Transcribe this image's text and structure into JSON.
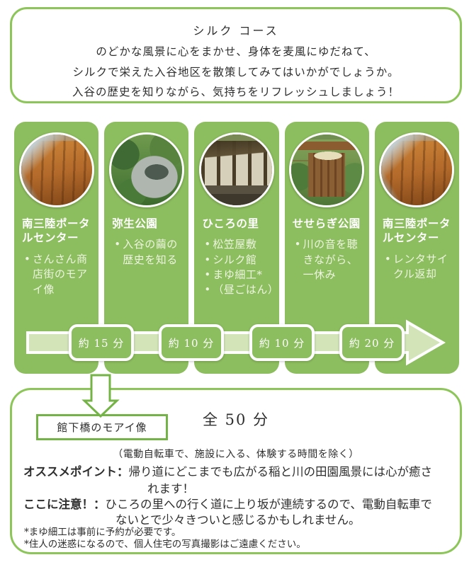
{
  "header": {
    "title": "シルク コース",
    "lines": [
      "のどかな風景に心をまかせ、身体を麦風にゆだねて、",
      "シルクで栄えた入谷地区を散策してみてはいかがでしょうか。",
      "入谷の歴史を知りながら、気持ちをリフレッシュしましょう！"
    ]
  },
  "stops": [
    {
      "name": "南三陸ポータルセンター",
      "bullets": [
        "さんさん商店街のモアイ像"
      ],
      "photo_alt": "portal-center-wooden-building-photo"
    },
    {
      "name": "弥生公園",
      "bullets": [
        "入谷の繭の歴史を知る"
      ],
      "photo_alt": "stone-monument-in-park-photo"
    },
    {
      "name": "ひころの里",
      "bullets": [
        "松笠屋敷",
        "シルク館",
        "まゆ細工*",
        "（昼ごはん）"
      ],
      "photo_alt": "old-thatched-house-photo"
    },
    {
      "name": "せせらぎ公園",
      "bullets": [
        "川の音を聴きながら、一休み"
      ],
      "photo_alt": "wooden-hut-by-stream-photo"
    },
    {
      "name": "南三陸ポータルセンター",
      "bullets": [
        "レンタサイクル返却"
      ],
      "photo_alt": "portal-center-wooden-building-photo"
    }
  ],
  "travel_times": [
    "約 15 分",
    "約 10 分",
    "約 10 分",
    "約 20 分"
  ],
  "detour": {
    "label": "館下橋のモアイ像"
  },
  "summary": {
    "total": "全 50 分",
    "paren_note": "（電動自転車で、施設に入る、体験する時間を除く）",
    "point_label": "オススメポイント：",
    "point_line1": "帰り道にどこまでも広がる稲と川の田園風景には心が癒さ",
    "point_line2": "れます！",
    "caution_label": "ここに注意！：",
    "caution_line1": "ひころの里への行く道に上り坂が連続するので、電動自転車で",
    "caution_line2": "ないとで少々きついと感じるかもしれません。",
    "footnotes": [
      "*まゆ細工は事前に予約が必要です。",
      "*住人の迷惑になるので、個人住宅の写真撮影はご遠慮ください。"
    ]
  },
  "colors": {
    "card_green": "#8cbd5e",
    "box_border_green": "#8cc558",
    "arrow_band_green": "#d2e4b8",
    "detour_green": "#74b446",
    "text": "#2e2e2e"
  }
}
